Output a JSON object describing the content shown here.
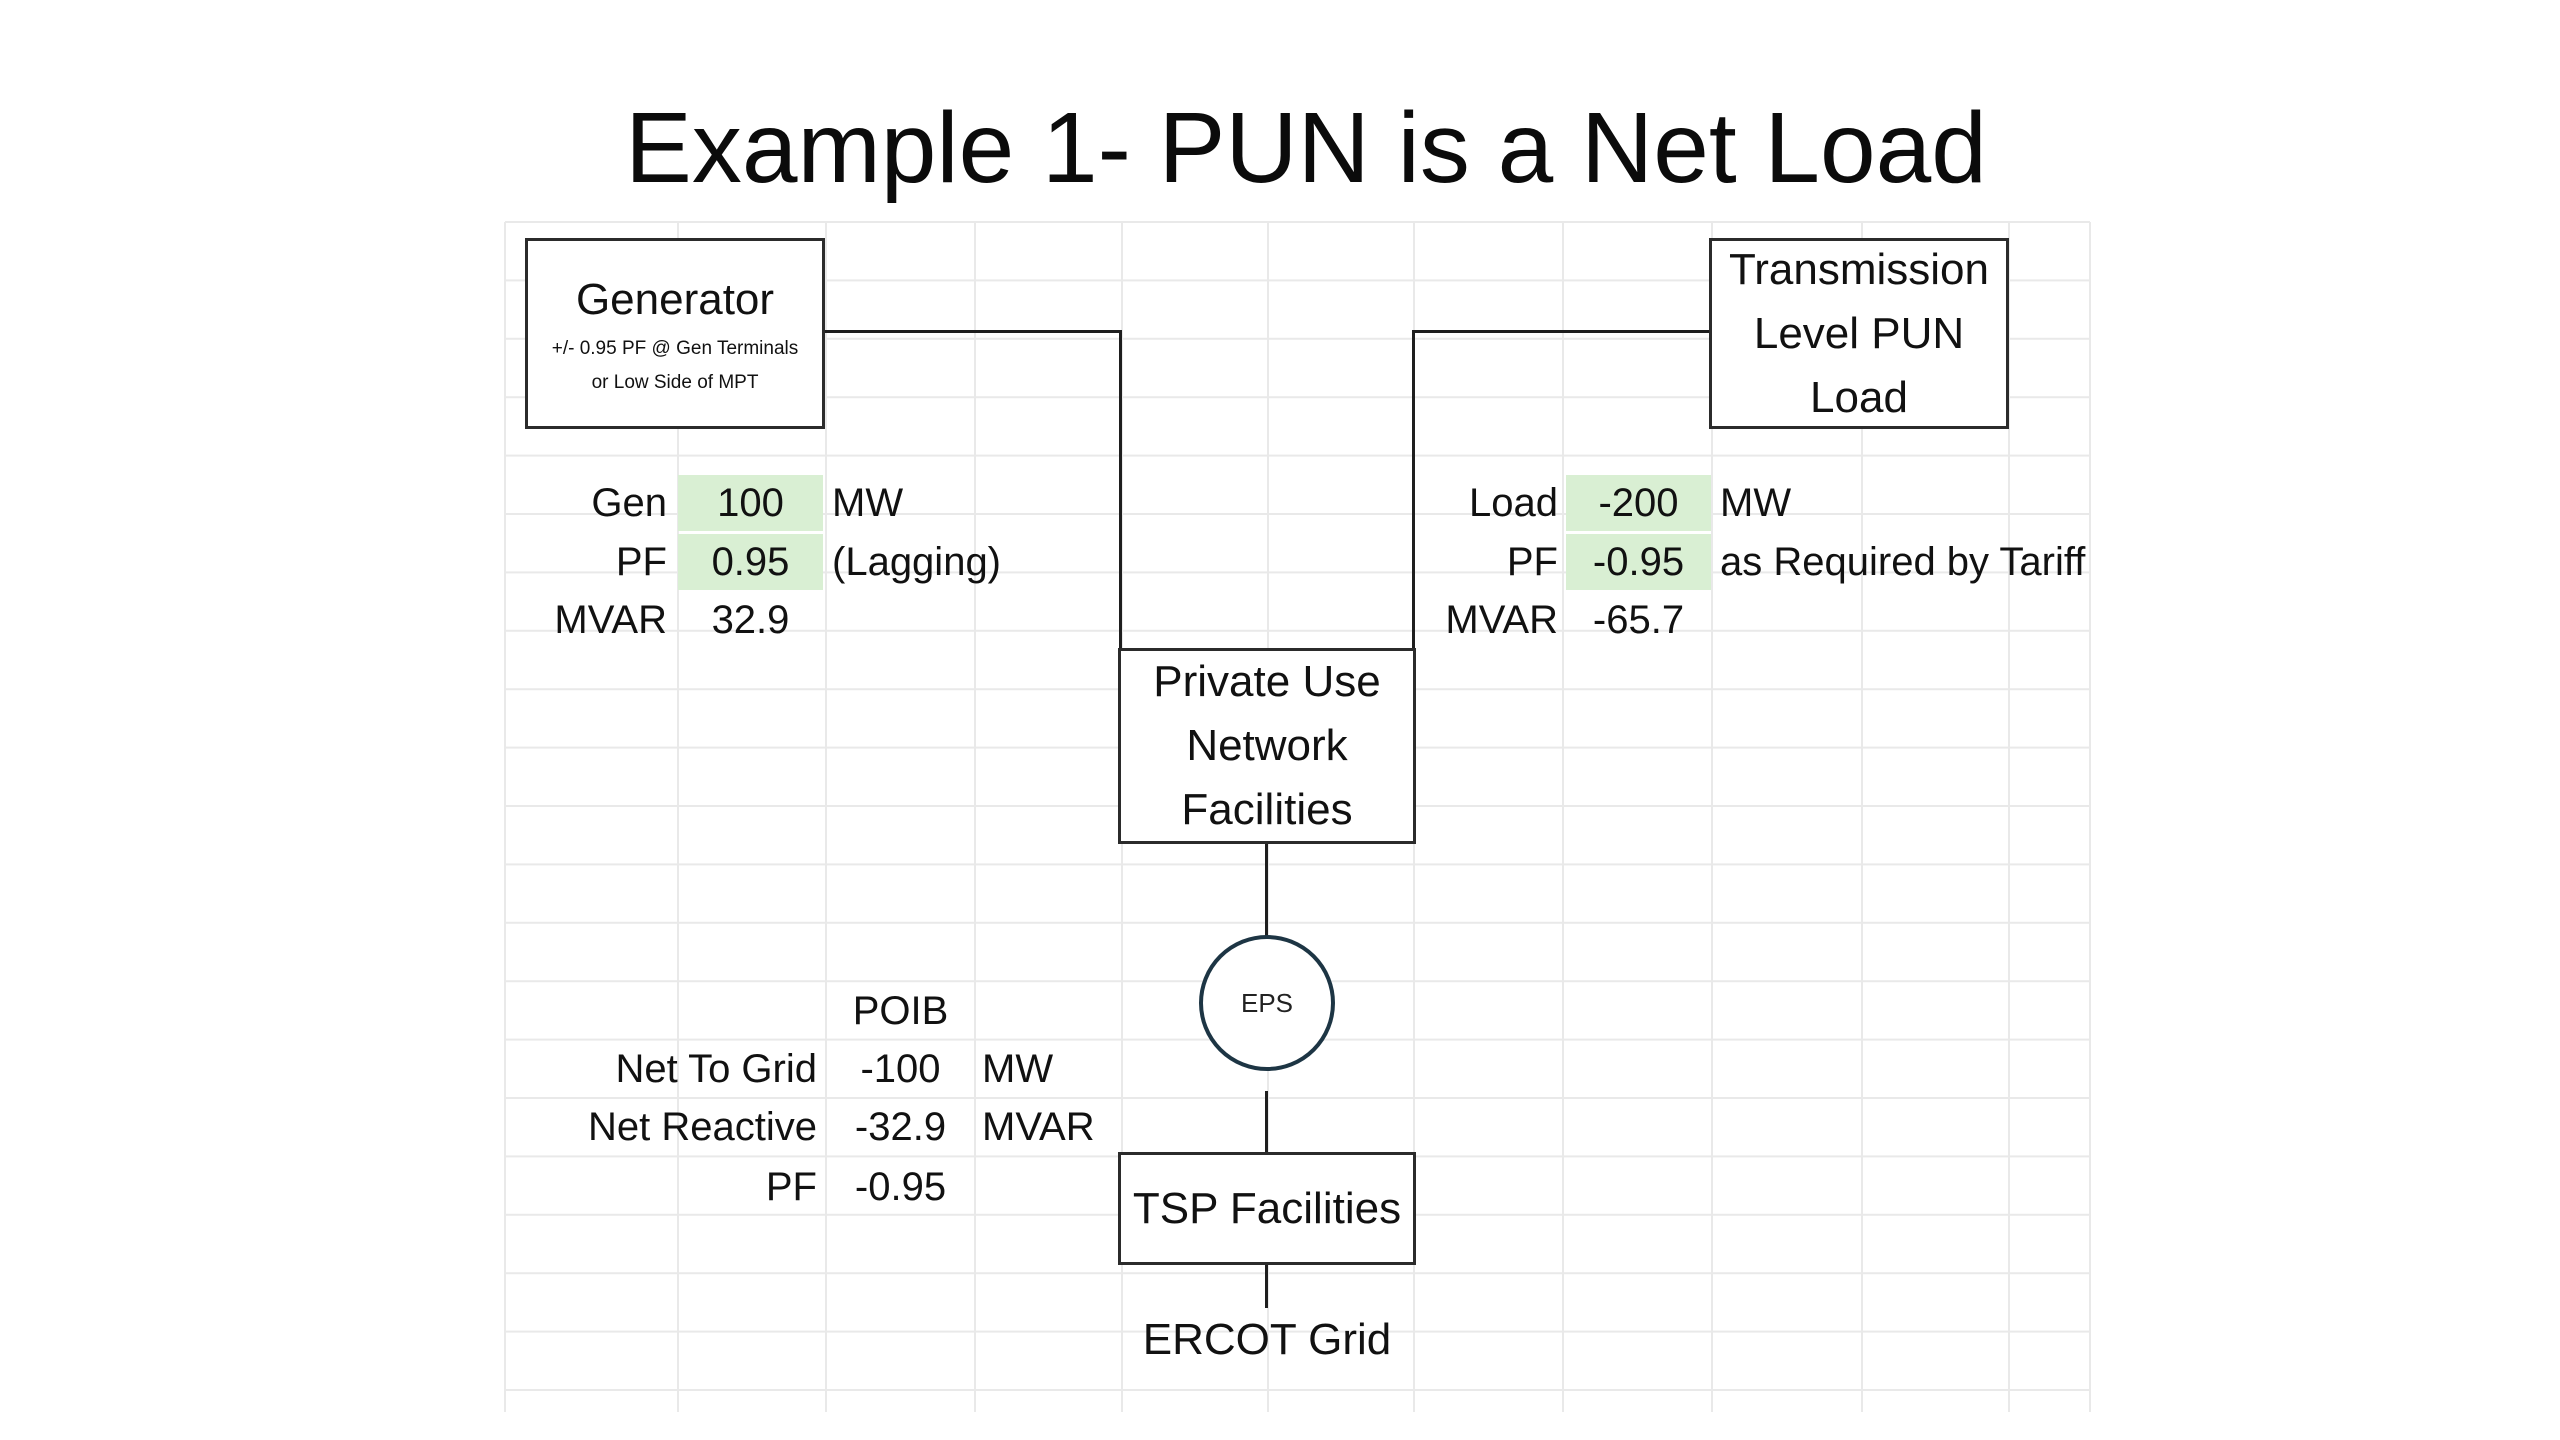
{
  "title": "Example 1- PUN is a Net Load",
  "generator": {
    "name": "Generator",
    "note_line1": "+/- 0.95 PF @ Gen Terminals",
    "note_line2": "or Low Side of MPT",
    "rows": [
      {
        "label": "Gen",
        "value": "100",
        "unit": "MW"
      },
      {
        "label": "PF",
        "value": "0.95",
        "unit": "(Lagging)"
      },
      {
        "label": "MVAR",
        "value": "32.9",
        "unit": ""
      }
    ]
  },
  "pun_load": {
    "name_line1": "Transmission",
    "name_line2": "Level PUN",
    "name_line3": "Load",
    "rows": [
      {
        "label": "Load",
        "value": "-200",
        "unit": "MW"
      },
      {
        "label": "PF",
        "value": "-0.95",
        "unit": "as Required by Tariff"
      },
      {
        "label": "MVAR",
        "value": "-65.7",
        "unit": ""
      }
    ]
  },
  "private_use": {
    "line1": "Private Use",
    "line2": "Network",
    "line3": "Facilities"
  },
  "eps": "EPS",
  "poib": {
    "header": "POIB",
    "rows": [
      {
        "label": "Net To Grid",
        "value": "-100",
        "unit": "MW"
      },
      {
        "label": "Net Reactive",
        "value": "-32.9",
        "unit": "MVAR"
      },
      {
        "label": "PF",
        "value": "-0.95",
        "unit": ""
      }
    ]
  },
  "tsp": "TSP Facilities",
  "ercot": "ERCOT Grid",
  "colors": {
    "input_cell": "#d9efd3",
    "gridline": "#e9e9e9",
    "eps_border": "#1d3544"
  }
}
